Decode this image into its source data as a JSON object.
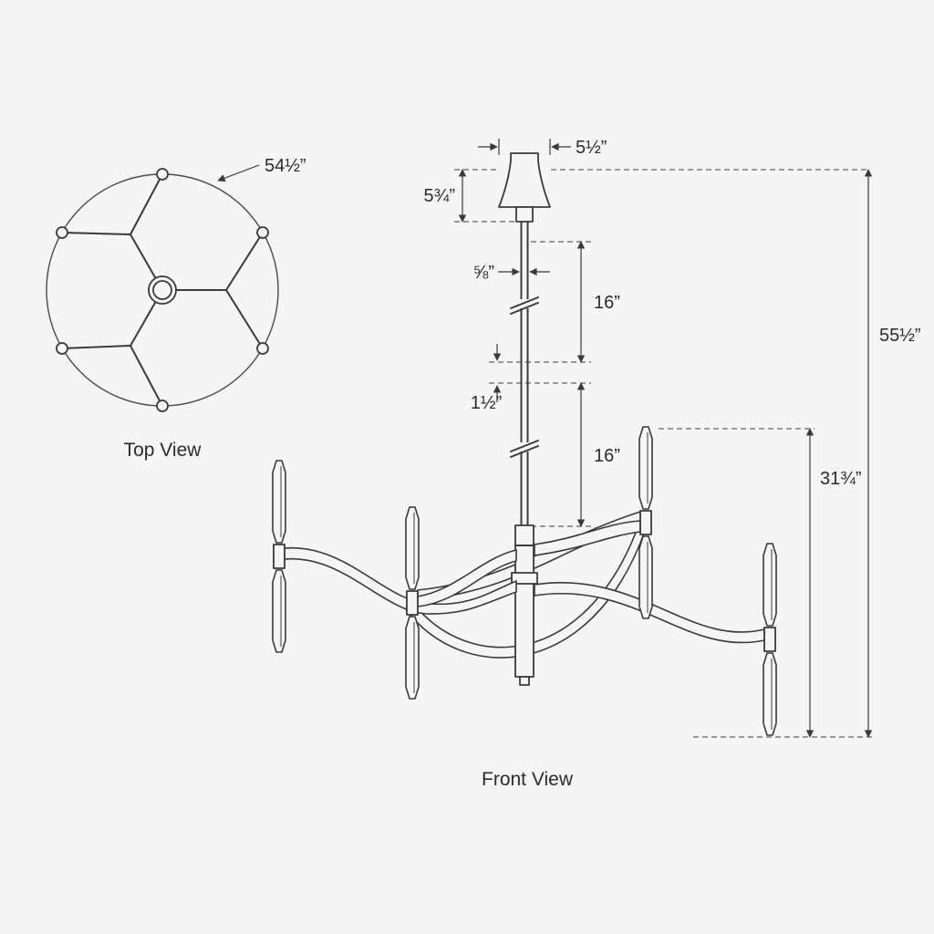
{
  "title": "Chandelier dimensional drawing",
  "labels": {
    "top_view": "Top View",
    "front_view": "Front View"
  },
  "dimensions": {
    "top_diameter": "54½”",
    "canopy_width": "5½”",
    "canopy_height": "5¾”",
    "rod_diameter": "⅝”",
    "rod_upper": "16”",
    "rod_spacer": "1½”",
    "rod_lower": "16”",
    "overall_height": "55½”",
    "fixture_height": "31¾”"
  },
  "colors": {
    "background": "#f5f5f6",
    "line": "#3a3a3a",
    "text": "#2b2b2b"
  }
}
